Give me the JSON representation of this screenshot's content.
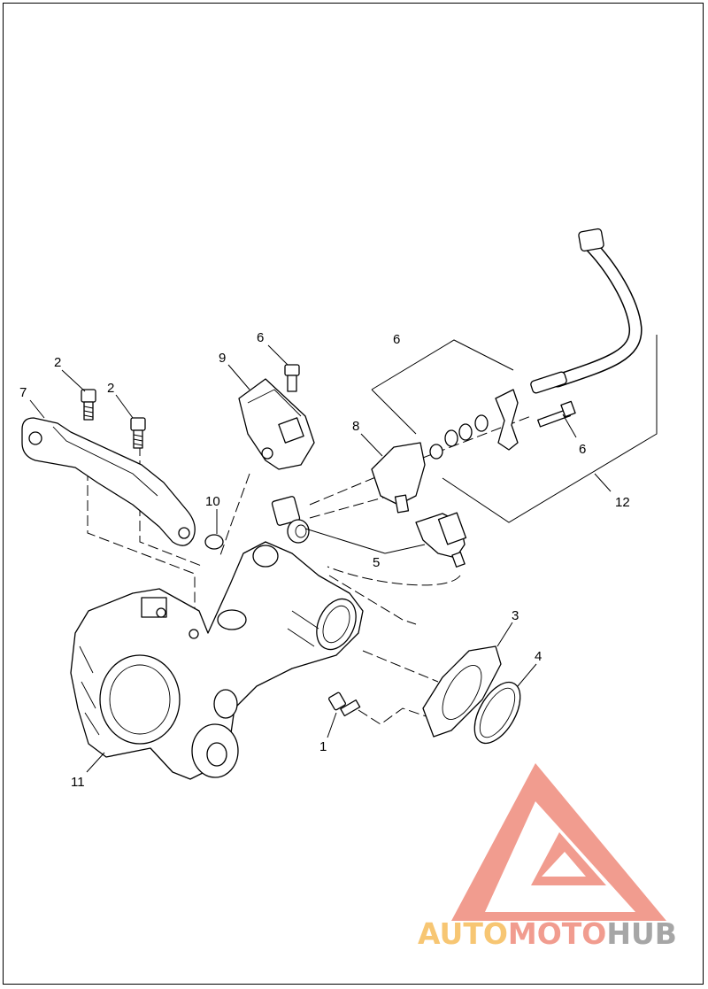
{
  "callouts": {
    "c1": "1",
    "c2a": "2",
    "c2b": "2",
    "c3": "3",
    "c4": "4",
    "c5": "5",
    "c6a": "6",
    "c6b": "6",
    "c6c": "6",
    "c7": "7",
    "c8": "8",
    "c9": "9",
    "c10": "10",
    "c11": "11",
    "c12": "12"
  },
  "watermark": {
    "part1": "AUTO",
    "part2": "MOTO",
    "part3": "HUB",
    "colors": {
      "auto": "#f7c673",
      "moto": "#f19c8f",
      "hub": "#a6a6a6",
      "logo": "#f19c8f"
    }
  }
}
